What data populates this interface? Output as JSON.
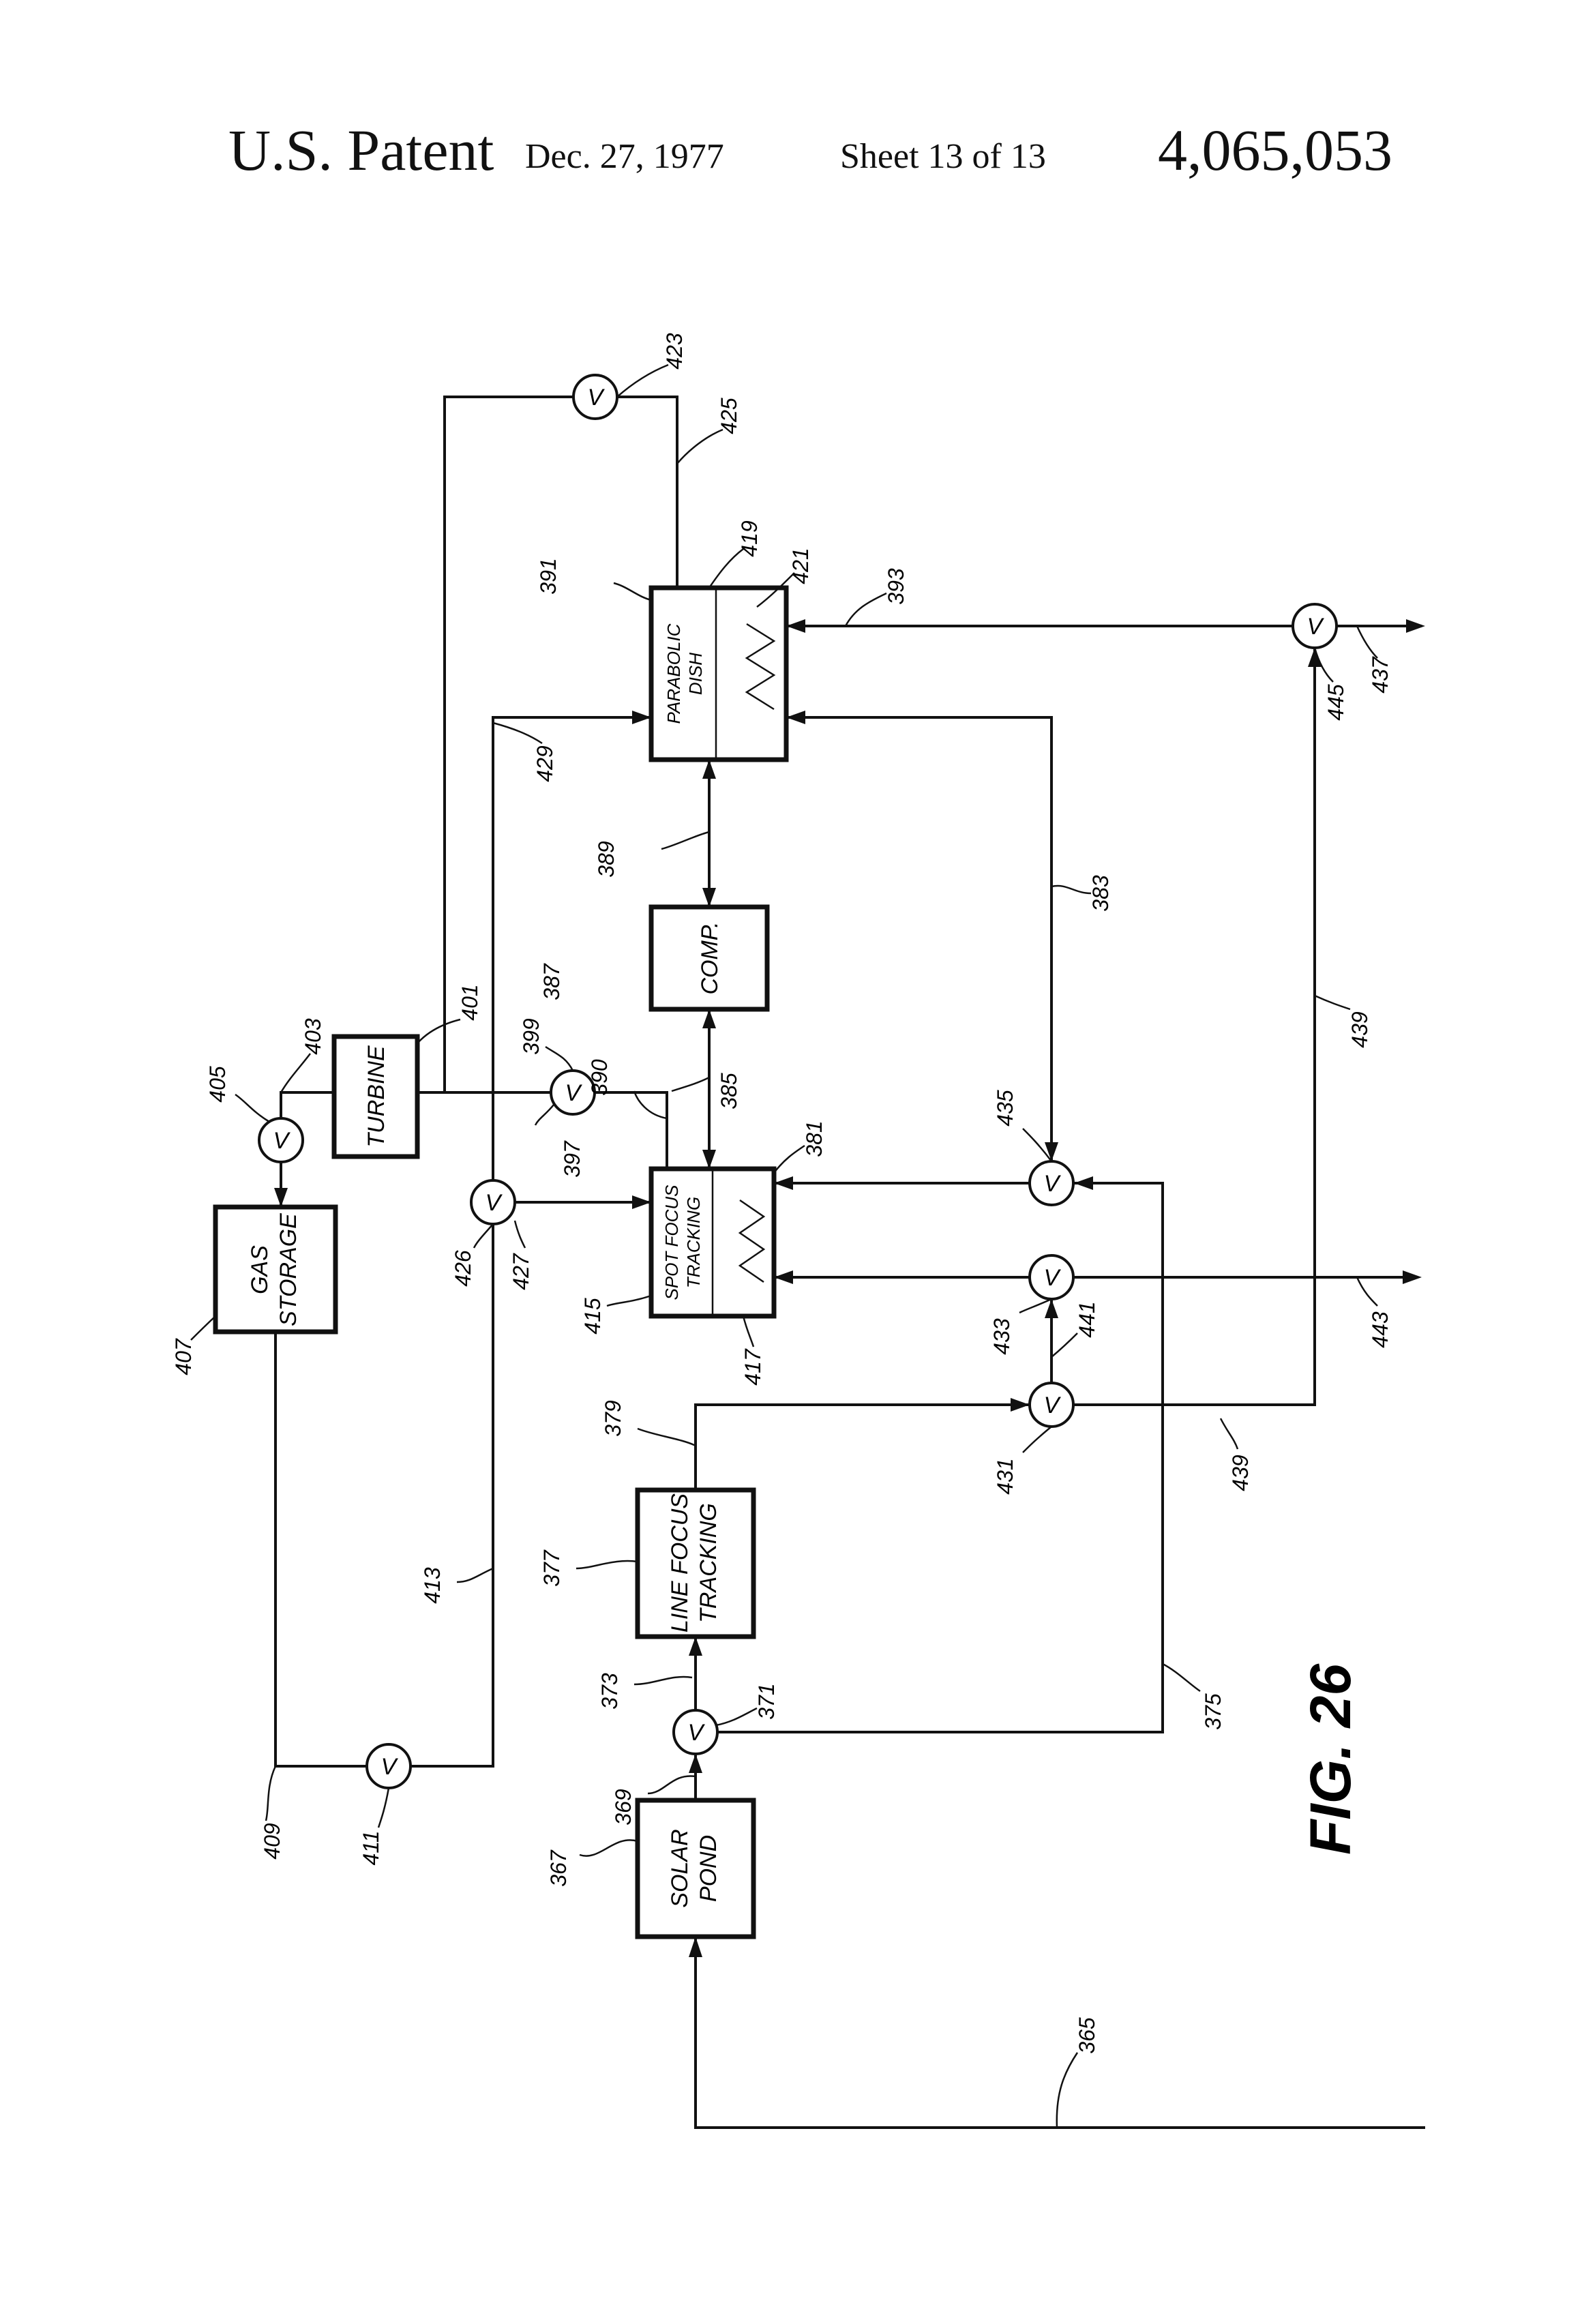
{
  "header": {
    "title": "U.S. Patent",
    "date": "Dec. 27, 1977",
    "sheet": "Sheet 13 of 13",
    "patent_number": "4,065,053"
  },
  "blocks": {
    "solar_pond": [
      "SOLAR",
      "POND"
    ],
    "line_focus": [
      "LINE FOCUS",
      "TRACKING"
    ],
    "spot_focus": [
      "SPOT FOCUS",
      "TRACKING"
    ],
    "comp": [
      "COMP."
    ],
    "parabolic": [
      "PARABOLIC",
      "DISH"
    ],
    "turbine": [
      "TURBINE"
    ],
    "gas_storage": [
      "GAS",
      "STORAGE"
    ]
  },
  "valve_label": "V",
  "refs": {
    "r365": "365",
    "r367": "367",
    "r369": "369",
    "r371": "371",
    "r373": "373",
    "r375": "375",
    "r377": "377",
    "r379": "379",
    "r381": "381",
    "r383": "383",
    "r385": "385",
    "r387": "387",
    "r389": "389",
    "r391": "391",
    "r393": "393",
    "r397": "397",
    "r399": "399",
    "r390": "390",
    "r401": "401",
    "r403": "403",
    "r405": "405",
    "r407": "407",
    "r409": "409",
    "r411": "411",
    "r413": "413",
    "r415": "415",
    "r417": "417",
    "r419": "419",
    "r421": "421",
    "r423": "423",
    "r425": "425",
    "r426": "426",
    "r427": "427",
    "r429": "429",
    "r431": "431",
    "r433": "433",
    "r435": "435",
    "r437": "437",
    "r439a": "439",
    "r439b": "439",
    "r441": "441",
    "r443": "443",
    "r445": "445"
  },
  "figure_label": "FIG. 26"
}
